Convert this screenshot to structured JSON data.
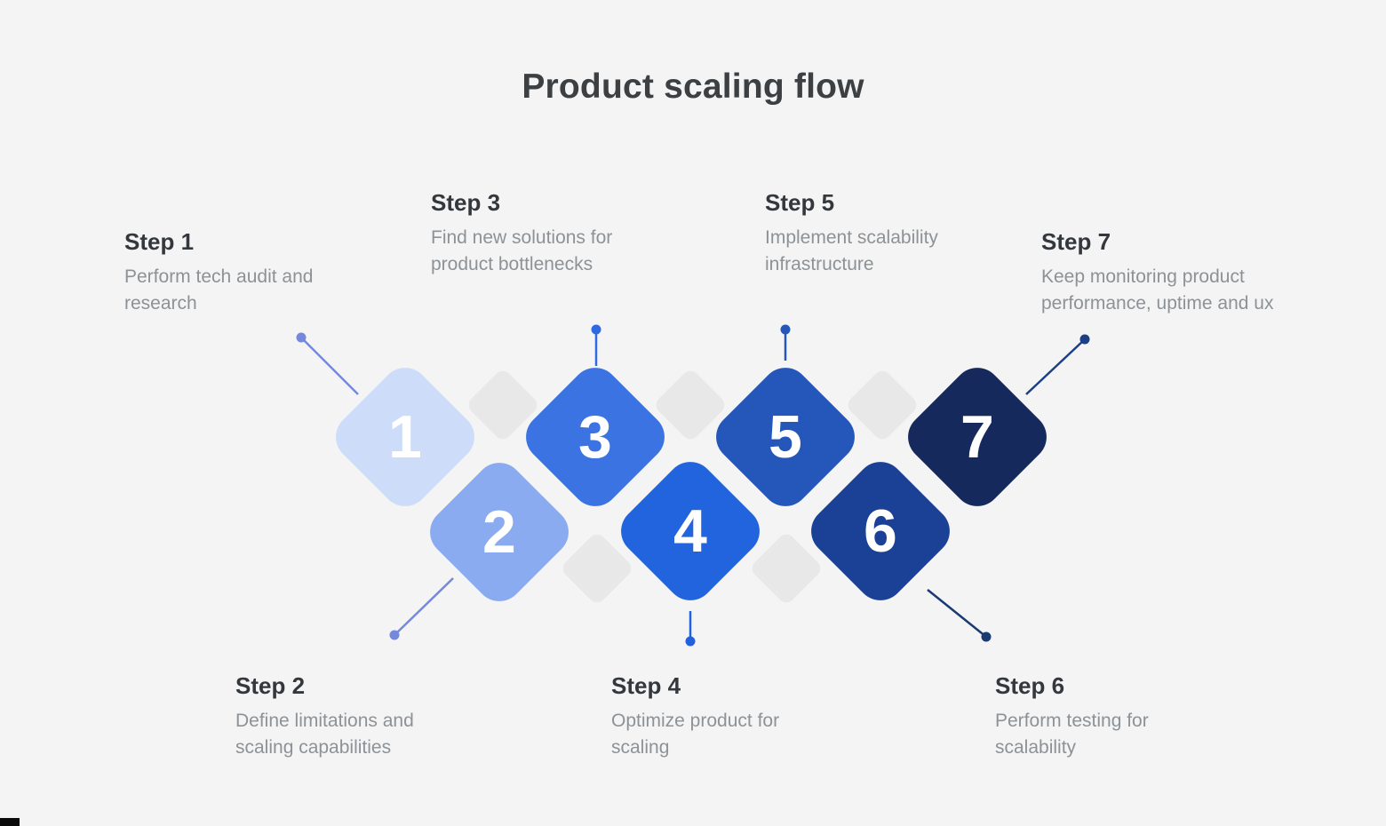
{
  "title": "Product scaling flow",
  "steps": [
    {
      "label": "Step 1",
      "number": "1",
      "description": "Perform tech audit and research",
      "diamond_color": "#ccdcf9",
      "connector_color": "#7489db"
    },
    {
      "label": "Step 2",
      "number": "2",
      "description": "Define limitations and scaling capabilities",
      "diamond_color": "#8aabf0",
      "connector_color": "#7489db"
    },
    {
      "label": "Step 3",
      "number": "3",
      "description": "Find new solutions for product bottlenecks",
      "diamond_color": "#3b73e3",
      "connector_color": "#2e6be2"
    },
    {
      "label": "Step 4",
      "number": "4",
      "description": "Optimize product for scaling",
      "diamond_color": "#2263de",
      "connector_color": "#2161dd"
    },
    {
      "label": "Step 5",
      "number": "5",
      "description": "Implement scalability infrastructure",
      "diamond_color": "#2457b9",
      "connector_color": "#2457b9"
    },
    {
      "label": "Step 6",
      "number": "6",
      "description": "Perform testing for scalability",
      "diamond_color": "#1b4196",
      "connector_color": "#1b3a74"
    },
    {
      "label": "Step 7",
      "number": "7",
      "description": "Keep monitoring product performance, uptime and ux",
      "diamond_color": "#16295c",
      "connector_color": "#1c3f85"
    }
  ],
  "colors": {
    "background": "#f4f4f4",
    "decor_diamond": "#e8e8e9",
    "title_text": "#3c4043",
    "step_label_text": "#34383d",
    "step_description_text": "#8d9296",
    "diamond_number_text": "#ffffff"
  }
}
